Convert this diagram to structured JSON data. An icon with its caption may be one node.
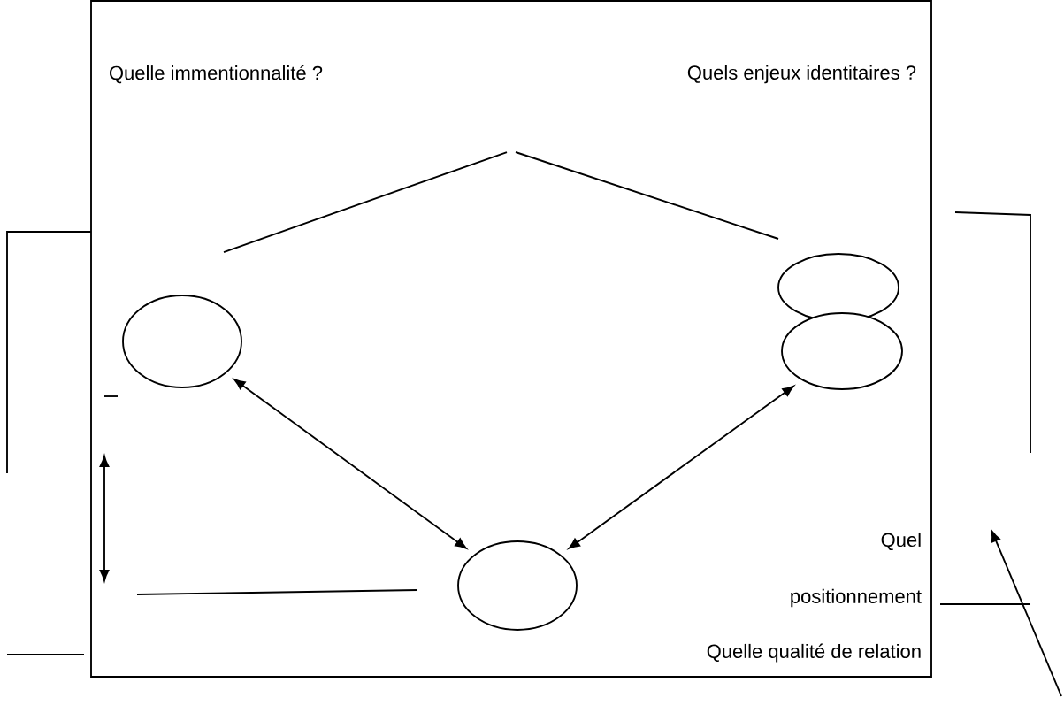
{
  "diagram": {
    "nodes": [
      {
        "text": [],
        "shape": "box"
      },
      {
        "text": [],
        "shape": "ellipse",
        "in": 0
      },
      {
        "text": [],
        "shape": "ellipse",
        "in": 0
      },
      {
        "text": [],
        "shape": "ellipse",
        "in": 0
      },
      {
        "text": [],
        "shape": "ellipse",
        "in": 0
      }
    ],
    "edges": [
      {
        "from": 1,
        "to": 4,
        "arrow": "both"
      },
      {
        "from": 3,
        "to": 4,
        "arrow": "both"
      }
    ],
    "labels": [
      "Quelle immentionnalité ?",
      "Quels enjeux identitaires ?",
      "Quel",
      "positionnement",
      "Quelle qualité de relation"
    ]
  }
}
